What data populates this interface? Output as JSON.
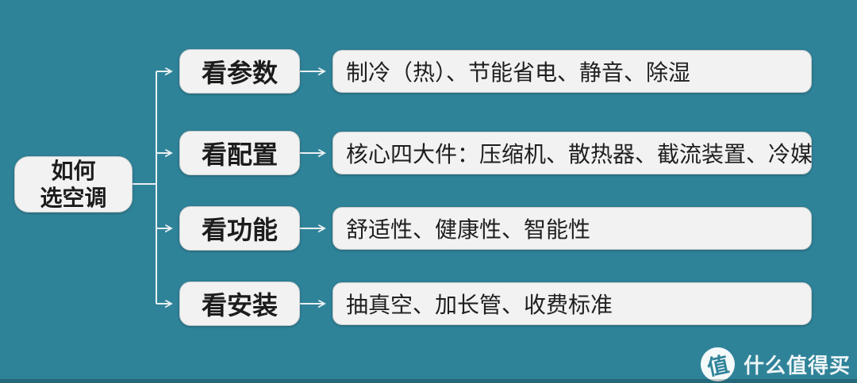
{
  "diagram": {
    "root": {
      "label_line1": "如何",
      "label_line2": "选空调"
    },
    "branches": [
      {
        "label": "看参数",
        "detail": "制冷（热）、节能省电、静音、除湿"
      },
      {
        "label": "看配置",
        "detail": "核心四大件：压缩机、散热器、截流装置、冷媒"
      },
      {
        "label": "看功能",
        "detail": "舒适性、健康性、智能性"
      },
      {
        "label": "看安装",
        "detail": "抽真空、加长管、收费标准"
      }
    ]
  },
  "watermark": {
    "logo_char": "值",
    "site_name": "什么值得买"
  },
  "colors": {
    "background": "#2F8399",
    "node_background": "#F2F2F2",
    "node_border": "#C9CDCE",
    "node_text": "#1C1C1C",
    "connector_line": "#EAF0F2",
    "watermark_accent": "#2F8399"
  }
}
